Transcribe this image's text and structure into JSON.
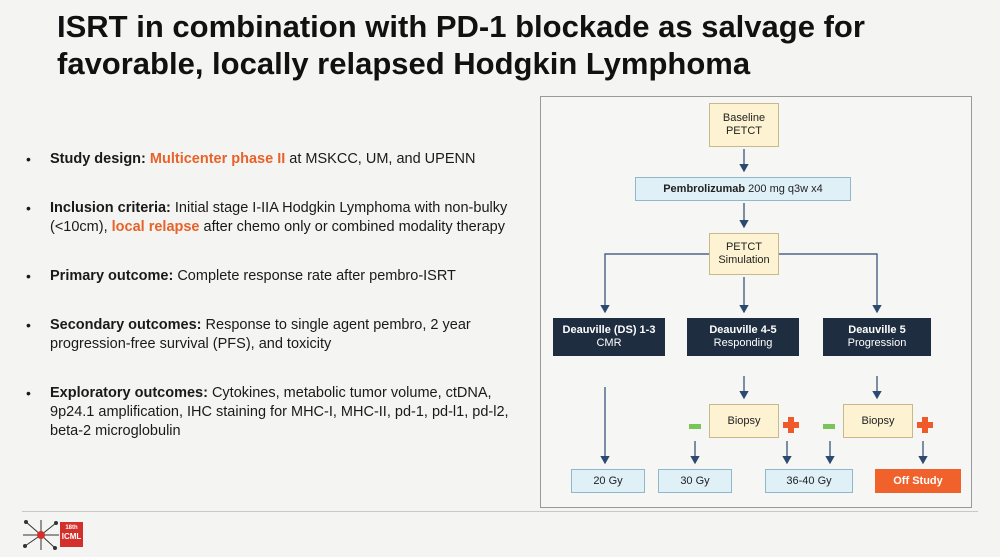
{
  "slide": {
    "title": "ISRT in combination with PD-1 blockade as salvage for favorable, locally relapsed Hodgkin Lymphoma"
  },
  "bullets": [
    {
      "label": "Study design:",
      "parts": [
        {
          "text": "Multicenter phase II",
          "highlight": true
        },
        {
          "text": " at MSKCC, UM, and UPENN",
          "highlight": false
        }
      ]
    },
    {
      "label": "Inclusion criteria:",
      "parts": [
        {
          "text": "Initial stage I-IIA Hodgkin Lymphoma with non-bulky (<10cm), ",
          "highlight": false
        },
        {
          "text": "local relapse",
          "highlight": true
        },
        {
          "text": " after chemo only or combined modality therapy",
          "highlight": false
        }
      ]
    },
    {
      "label": "Primary outcome:",
      "parts": [
        {
          "text": "Complete response rate after pembro-ISRT",
          "highlight": false
        }
      ]
    },
    {
      "label": "Secondary outcomes:",
      "parts": [
        {
          "text": "Response to single agent pembro, 2 year progression-free survival (PFS), and toxicity",
          "highlight": false
        }
      ]
    },
    {
      "label": "Exploratory outcomes:",
      "parts": [
        {
          "text": "Cytokines, metabolic tumor volume, ctDNA, 9p24.1 amplification, IHC staining for MHC-I, MHC-II, pd-1, pd-l1, pd-l2, beta-2 microglobulin",
          "highlight": false
        }
      ]
    }
  ],
  "flowchart": {
    "baseline": {
      "line1": "Baseline",
      "line2": "PETCT"
    },
    "pembro": {
      "drug": "Pembrolizumab",
      "dose": " 200 mg q3w x4"
    },
    "simulation": {
      "line1": "PETCT",
      "line2": "Simulation"
    },
    "cmr": {
      "line1": "Deauville (DS) 1-3",
      "line2": "CMR"
    },
    "responding": {
      "line1": "Deauville 4-5",
      "line2": "Responding"
    },
    "progression": {
      "line1": "Deauville 5",
      "line2": "Progression"
    },
    "biopsy_1": "Biopsy",
    "biopsy_2": "Biopsy",
    "dose_20": "20 Gy",
    "dose_30": "30 Gy",
    "dose_36_40": "36-40 Gy",
    "off_study": "Off Study"
  },
  "logo": {
    "edition": "18th",
    "name": "ICML"
  },
  "colors": {
    "accent": "#e8632a",
    "dark_box": "#1e2d40",
    "off_study": "#f0612c",
    "minus": "#7ac55a",
    "plus": "#ee5a2a"
  }
}
